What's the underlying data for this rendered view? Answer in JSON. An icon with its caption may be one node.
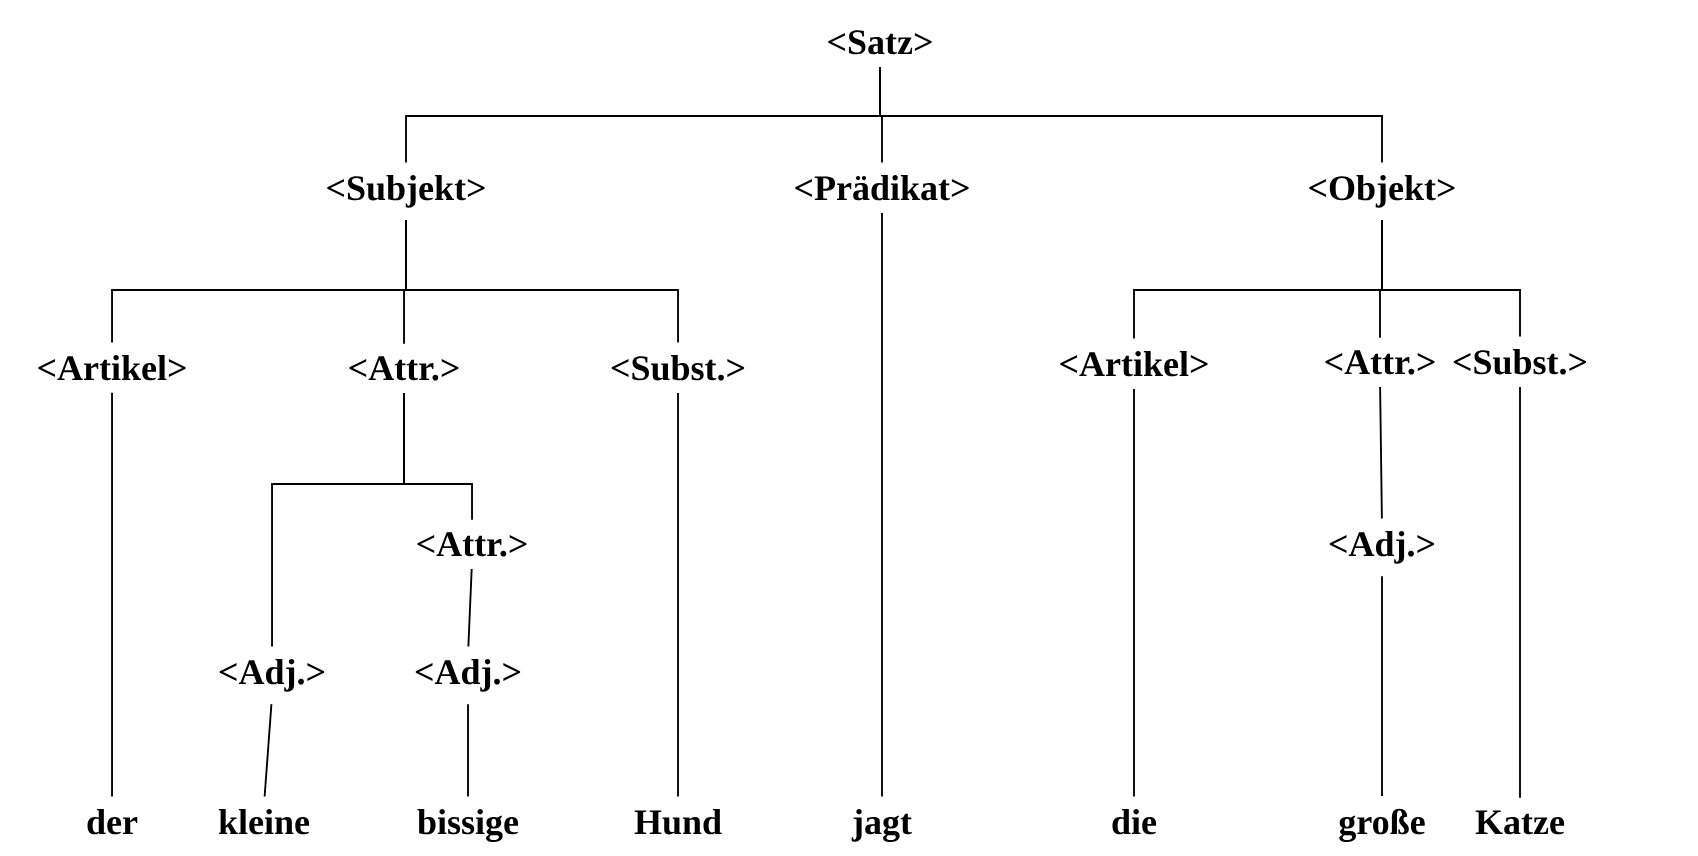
{
  "diagram": {
    "nodes": [
      {
        "text": [
          "<Satz>"
        ]
      },
      {
        "text": [
          "<Subjekt>"
        ]
      },
      {
        "text": [
          "<Prädikat>"
        ]
      },
      {
        "text": [
          "<Objekt>"
        ]
      },
      {
        "text": [
          "<Artikel>"
        ]
      },
      {
        "text": [
          "<Attr.>"
        ]
      },
      {
        "text": [
          "<Subst.>"
        ]
      },
      {
        "text": [
          "<Artikel>"
        ]
      },
      {
        "text": [
          "<Attr.>"
        ]
      },
      {
        "text": [
          "<Subst.>"
        ]
      },
      {
        "text": [
          "<Attr.>"
        ]
      },
      {
        "text": [
          "<Adj.>"
        ]
      },
      {
        "text": [
          "<Adj.>"
        ]
      },
      {
        "text": [
          "<Adj.>"
        ]
      },
      {
        "text": [
          "der"
        ]
      },
      {
        "text": [
          "kleine"
        ]
      },
      {
        "text": [
          "bissige"
        ]
      },
      {
        "text": [
          "Hund"
        ]
      },
      {
        "text": [
          "jagt"
        ]
      },
      {
        "text": [
          "die"
        ]
      },
      {
        "text": [
          "große"
        ]
      },
      {
        "text": [
          "Katze"
        ]
      }
    ],
    "edges": [
      {
        "from": 0,
        "to": 1,
        "arrow": "none"
      },
      {
        "from": 0,
        "to": 2,
        "arrow": "none"
      },
      {
        "from": 0,
        "to": 3,
        "arrow": "none"
      },
      {
        "from": 1,
        "to": 4,
        "arrow": "none"
      },
      {
        "from": 1,
        "to": 5,
        "arrow": "none"
      },
      {
        "from": 1,
        "to": 6,
        "arrow": "none"
      },
      {
        "from": 3,
        "to": 7,
        "arrow": "none"
      },
      {
        "from": 3,
        "to": 8,
        "arrow": "none"
      },
      {
        "from": 3,
        "to": 9,
        "arrow": "none"
      },
      {
        "from": 5,
        "to": 11,
        "arrow": "none"
      },
      {
        "from": 5,
        "to": 10,
        "arrow": "none"
      },
      {
        "from": 10,
        "to": 12,
        "arrow": "none"
      },
      {
        "from": 8,
        "to": 13,
        "arrow": "none"
      },
      {
        "from": 4,
        "to": 14,
        "arrow": "none"
      },
      {
        "from": 11,
        "to": 15,
        "arrow": "none"
      },
      {
        "from": 12,
        "to": 16,
        "arrow": "none"
      },
      {
        "from": 6,
        "to": 17,
        "arrow": "none"
      },
      {
        "from": 2,
        "to": 18,
        "arrow": "none"
      },
      {
        "from": 7,
        "to": 19,
        "arrow": "none"
      },
      {
        "from": 13,
        "to": 20,
        "arrow": "none"
      },
      {
        "from": 9,
        "to": 21,
        "arrow": "none"
      }
    ]
  }
}
